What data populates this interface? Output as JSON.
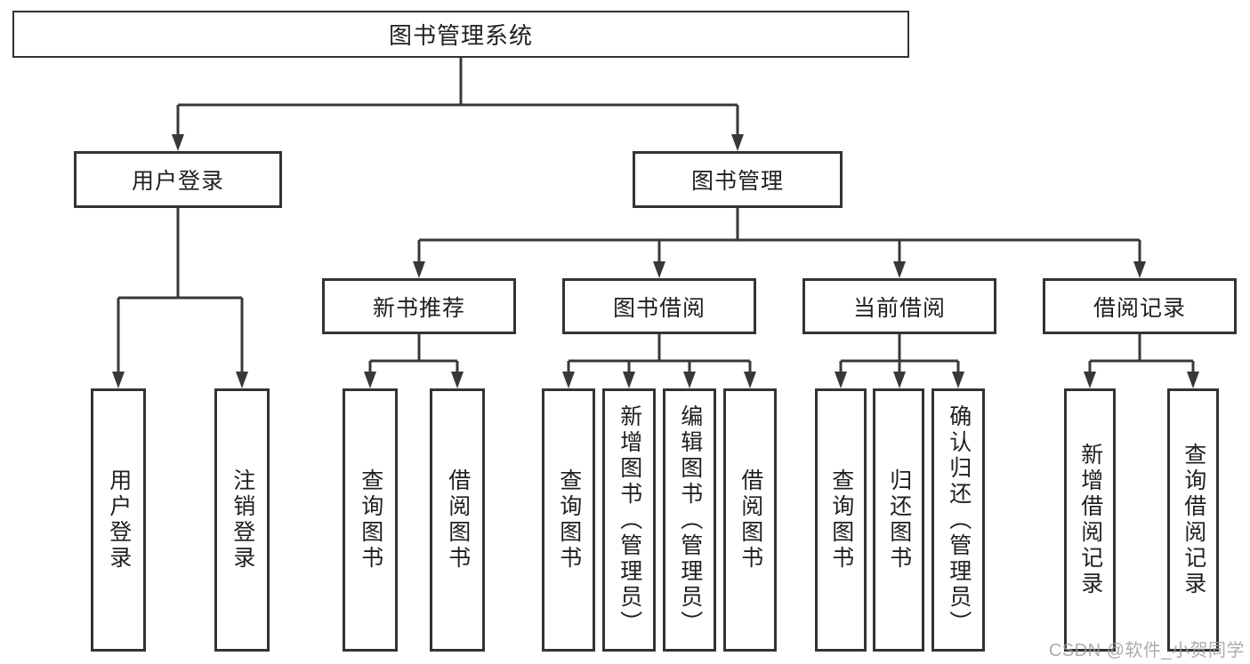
{
  "tree": {
    "label": "图书管理系统",
    "children": [
      {
        "label": "用户登录",
        "children": [
          {
            "label": "用户登录"
          },
          {
            "label": "注销登录"
          }
        ]
      },
      {
        "label": "图书管理",
        "children": [
          {
            "label": "新书推荐",
            "children": [
              {
                "label": "查询图书"
              },
              {
                "label": "借阅图书"
              }
            ]
          },
          {
            "label": "图书借阅",
            "children": [
              {
                "label": "查询图书"
              },
              {
                "label": "新增图书（管理员）"
              },
              {
                "label": "编辑图书（管理员）"
              },
              {
                "label": "借阅图书"
              }
            ]
          },
          {
            "label": "当前借阅",
            "children": [
              {
                "label": "查询图书"
              },
              {
                "label": "归还图书"
              },
              {
                "label": "确认归还（管理员）"
              }
            ]
          },
          {
            "label": "借阅记录",
            "children": [
              {
                "label": "新增借阅记录"
              },
              {
                "label": "查询借阅记录"
              }
            ]
          }
        ]
      }
    ]
  },
  "watermark": {
    "text": "CSDN @软件_小贺同学"
  },
  "colors": {
    "line": "#383838",
    "box_border": "#333333",
    "text": "#1f1f1f",
    "background": "#ffffff",
    "watermark": "#9e9e9e"
  }
}
